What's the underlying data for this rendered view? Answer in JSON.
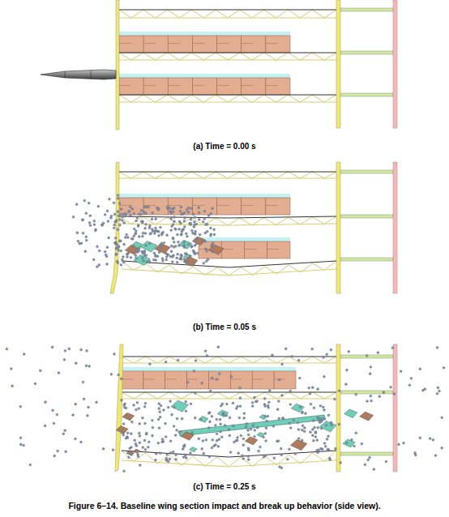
{
  "diagram": {
    "caption": "Figure 6–14. Baseline wing section impact and break up behavior (side view).",
    "labels": [
      "(a) Time = 0.00 s",
      "(b) Time = 0.05 s",
      "(c) Time = 0.25 s"
    ]
  }
}
